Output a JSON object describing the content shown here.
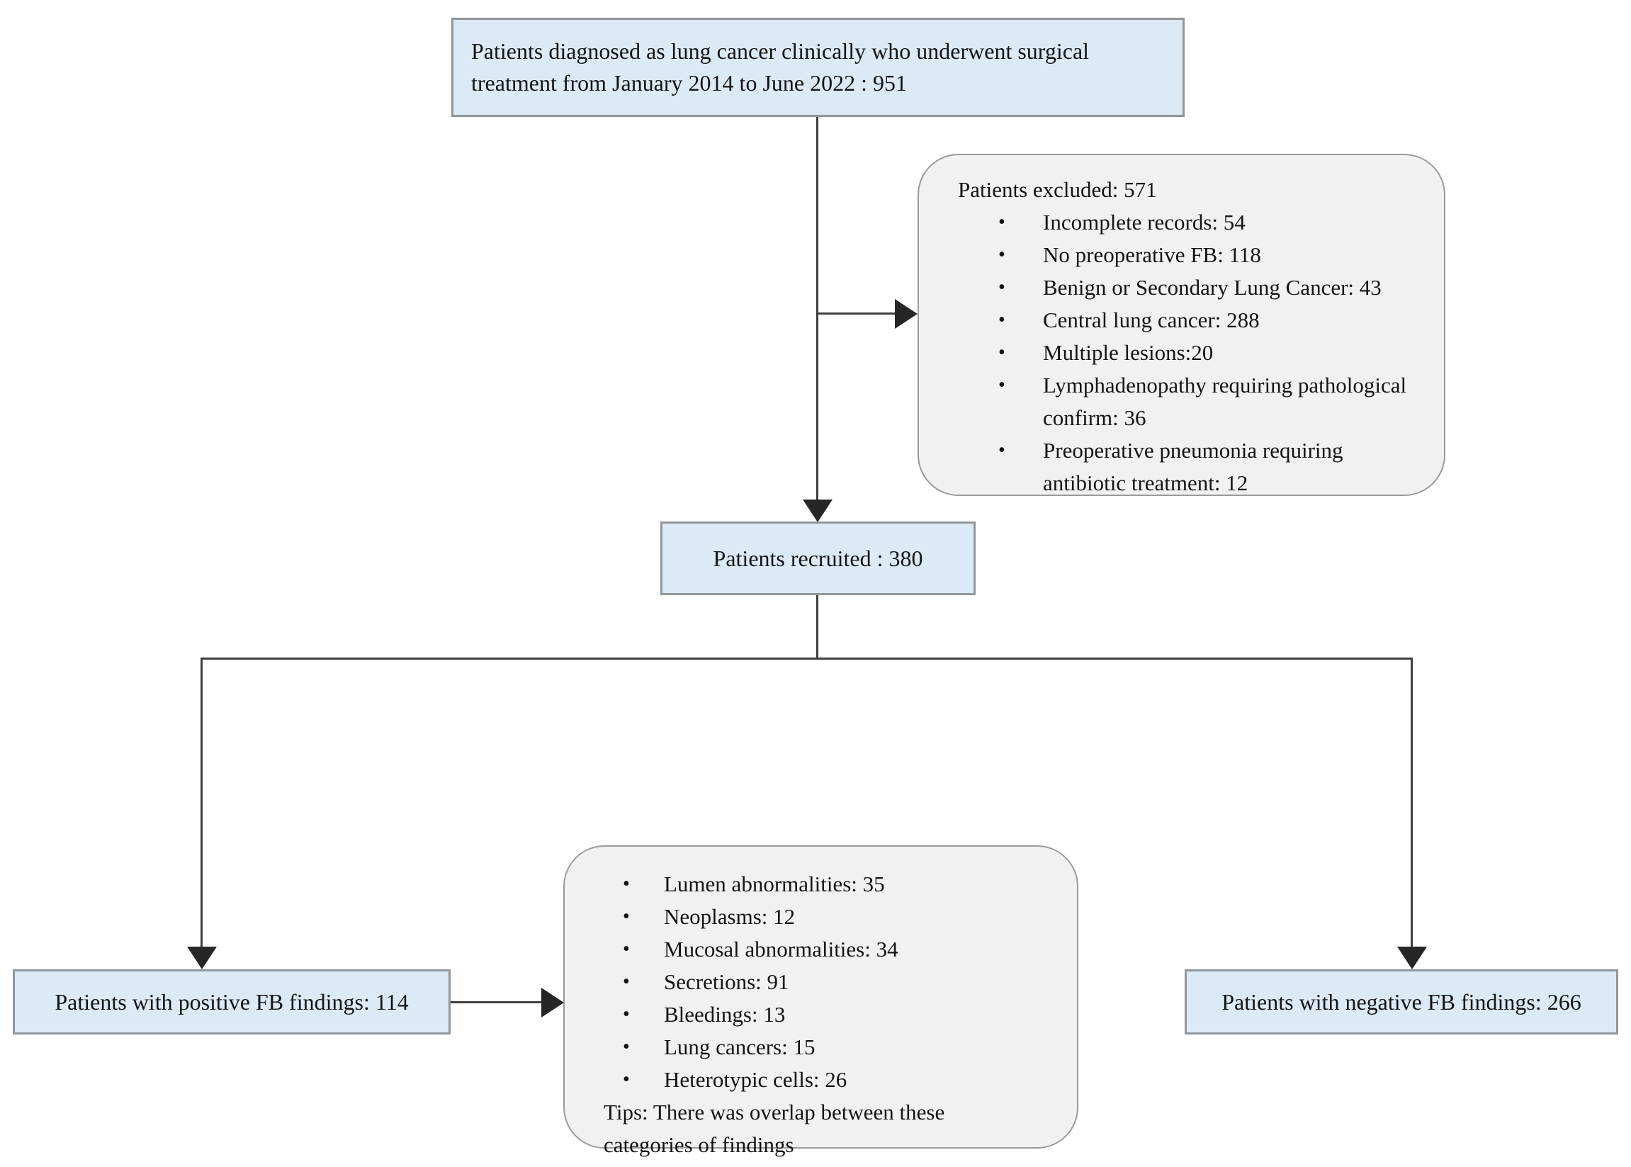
{
  "flowchart": {
    "top_box": {
      "text": "Patients diagnosed as lung cancer clinically who underwent surgical treatment from January 2014 to June 2022 : 951"
    },
    "excluded_box": {
      "title": "Patients excluded: 571",
      "items": [
        "Incomplete records: 54",
        "No preoperative FB: 118",
        "Benign or Secondary Lung Cancer: 43",
        "Central lung cancer: 288",
        "Multiple lesions:20",
        "Lymphadenopathy requiring pathological confirm: 36",
        "Preoperative pneumonia requiring antibiotic treatment: 12"
      ]
    },
    "recruited_box": {
      "text": "Patients recruited : 380"
    },
    "positive_box": {
      "text": "Patients with positive FB findings: 114"
    },
    "negative_box": {
      "text": "Patients with negative FB findings: 266"
    },
    "findings_box": {
      "items": [
        "Lumen abnormalities: 35",
        "Neoplasms: 12",
        "Mucosal abnormalities: 34",
        "Secretions: 91",
        "Bleedings: 13",
        "Lung cancers: 15",
        "Heterotypic cells: 26"
      ],
      "note": "Tips: There was overlap between these categories of findings"
    },
    "glyphs": {
      "bullet": "•"
    },
    "colors": {
      "node_fill": "#dce9f6",
      "node_border": "#919699",
      "round_fill": "#f1f1f2",
      "round_border": "#9a9a9a",
      "line": "#404040"
    }
  }
}
